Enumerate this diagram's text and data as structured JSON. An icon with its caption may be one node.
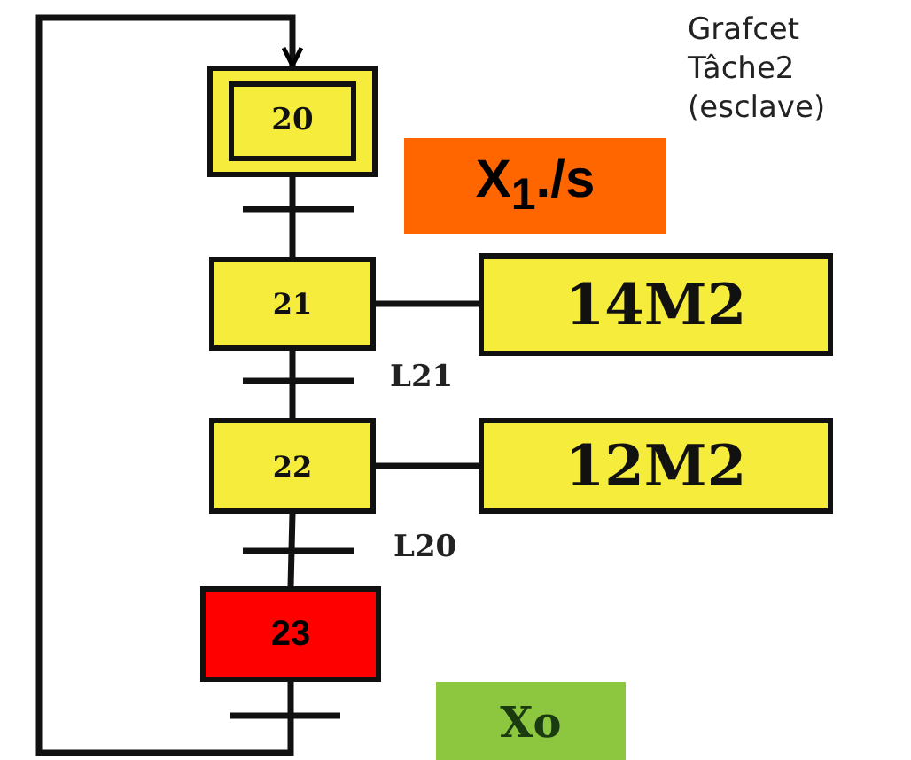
{
  "diagram": {
    "title": "Grafcet Tâche2 (esclave)",
    "nodes": [
      {
        "text": [
          "20"
        ]
      },
      {
        "text": [
          "X$_{1}$./s"
        ]
      },
      {
        "text": [
          "21"
        ]
      },
      {
        "text": [
          "14M2"
        ]
      },
      {
        "text": [
          "22"
        ]
      },
      {
        "text": [
          "12M2"
        ]
      },
      {
        "text": [
          "23"
        ]
      },
      {
        "text": [
          "Xo"
        ]
      }
    ],
    "edges": [
      {
        "from": 0,
        "to": 2,
        "arrow": "none"
      },
      {
        "from": 2,
        "to": 3,
        "arrow": "none"
      },
      {
        "from": 2,
        "to": 4,
        "arrow": "none"
      },
      {
        "from": 4,
        "to": 5,
        "arrow": "none"
      },
      {
        "from": 4,
        "to": 6,
        "arrow": "none"
      },
      {
        "from": 6,
        "to": 0,
        "arrow": "to"
      }
    ],
    "labels": [
      "L21",
      "L20"
    ]
  }
}
